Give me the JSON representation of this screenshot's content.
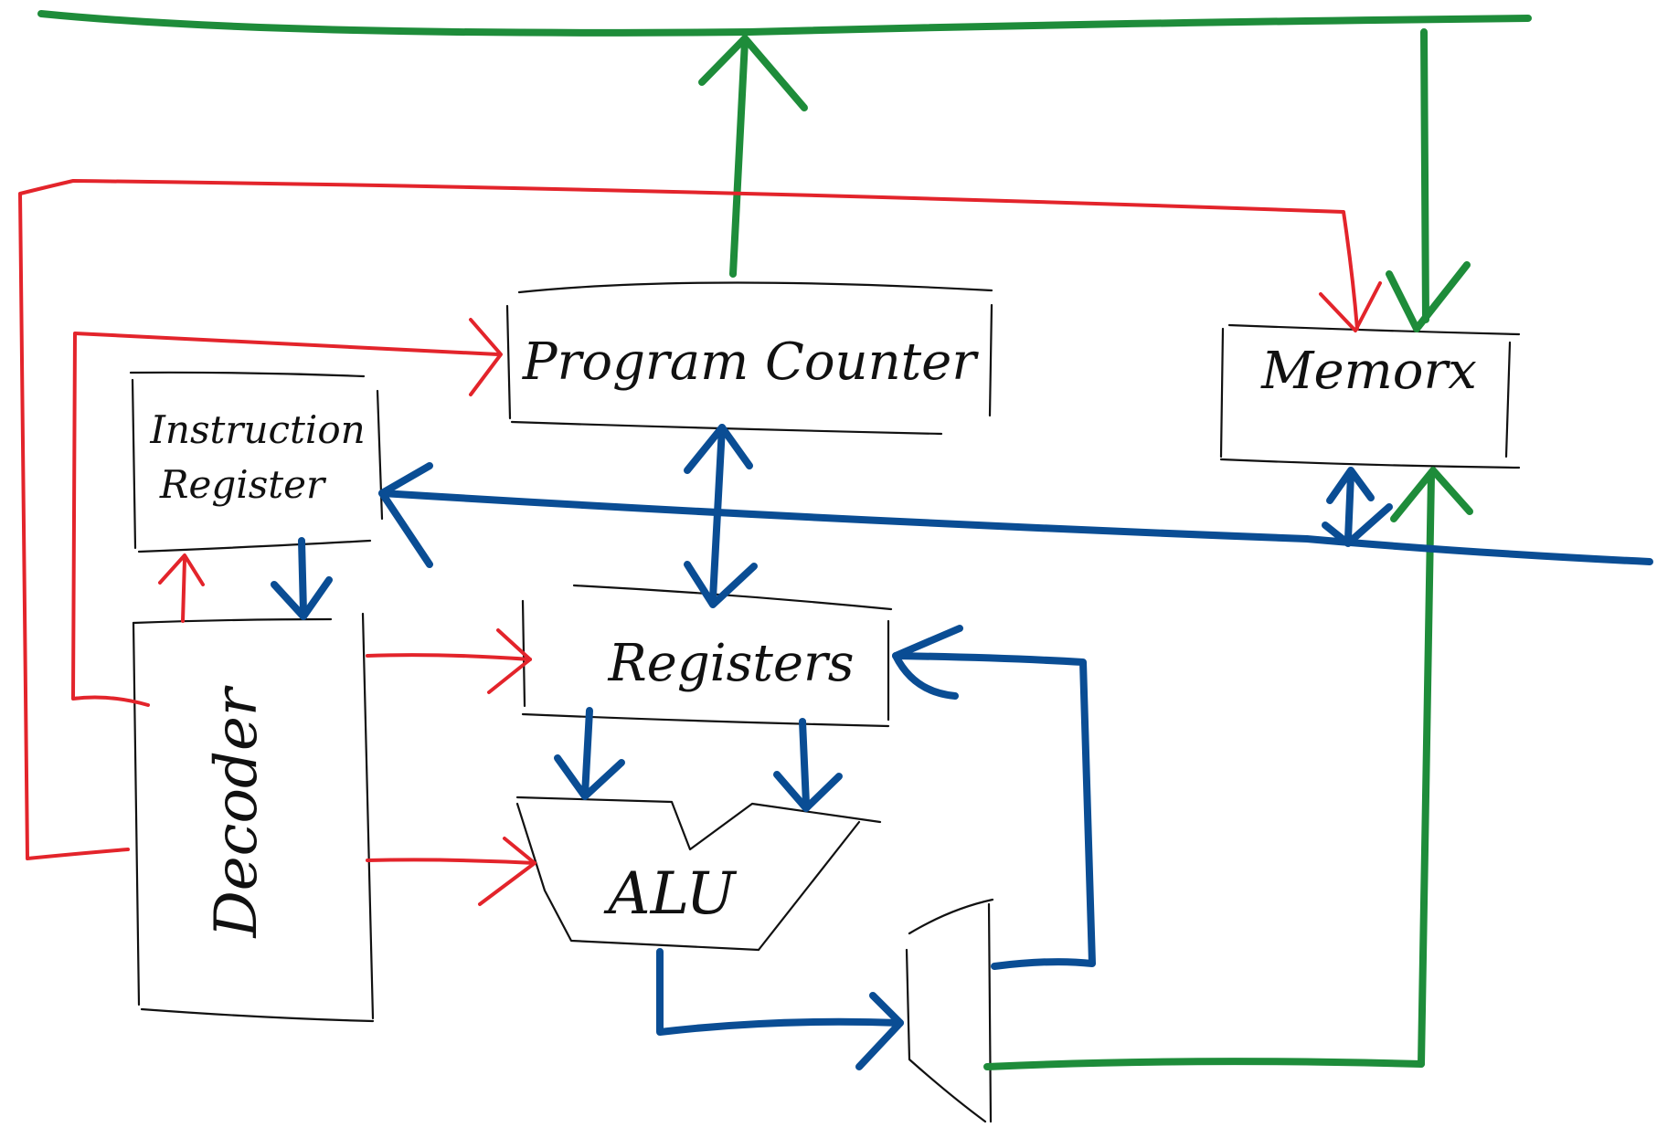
{
  "labels": {
    "program_counter": "Program Counter",
    "memory": "Memorx",
    "instruction_register_line1": "Instruction",
    "instruction_register_line2": "Register",
    "registers": "Registers",
    "alu": "ALU",
    "decoder": "Decoder"
  },
  "colors": {
    "outline": "#111111",
    "control": "#e3242b",
    "data_bus": "#0a4d94",
    "address_bus": "#1e8c3a",
    "background": "#ffffff"
  }
}
